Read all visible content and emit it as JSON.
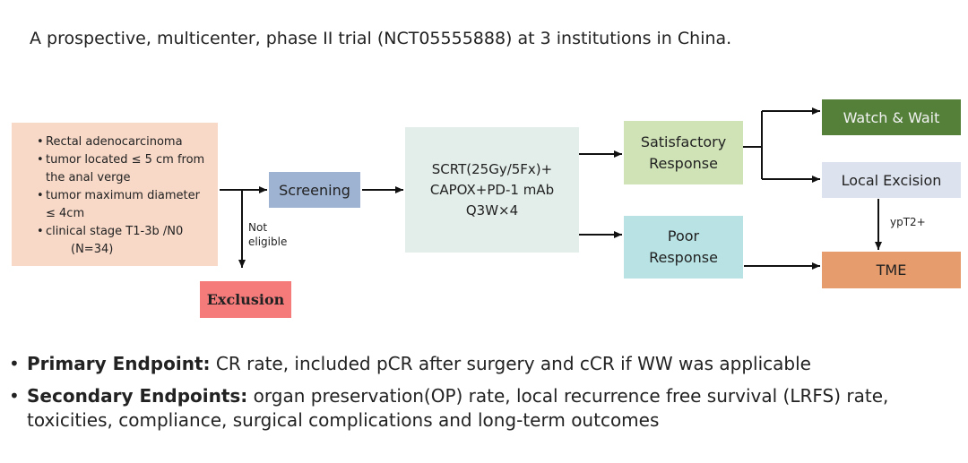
{
  "title": "A prospective, multicenter, phase II trial (NCT05555888) at 3 institutions in China.",
  "criteria": {
    "items": [
      "Rectal adenocarcinoma",
      "tumor located ≤ 5 cm from the anal verge",
      "tumor maximum diameter ≤ 4cm",
      "clinical stage T1-3b /N0"
    ],
    "count": "(N=34)"
  },
  "screening": "Screening",
  "not_eligible": "Not eligible",
  "exclusion": "Exclusion",
  "treatment": {
    "line1": "SCRT(25Gy/5Fx)+",
    "line2": "CAPOX+PD-1 mAb",
    "line3": "Q3W×4"
  },
  "satisfactory": {
    "line1": "Satisfactory",
    "line2": "Response"
  },
  "poor": {
    "line1": "Poor",
    "line2": "Response"
  },
  "watch_wait": "Watch & Wait",
  "local_excision": "Local Excision",
  "ypt2": "ypT2+",
  "tme": "TME",
  "endpoints": [
    {
      "label": "Primary Endpoint:",
      "text": " CR rate, included pCR after surgery and cCR if WW was applicable"
    },
    {
      "label": "Secondary Endpoints:",
      "text": " organ preservation(OP) rate, local recurrence free survival (LRFS) rate, toxicities, compliance, surgical complications and long-term outcomes"
    }
  ],
  "colors": {
    "criteria_bg": "#f8d9c8",
    "screening_bg": "#9eb3d2",
    "treatment_bg": "#e3eeeb",
    "satisfactory_bg": "#cfe3b6",
    "poor_bg": "#b8e2e4",
    "watch_bg": "#54803a",
    "local_excision_bg": "#dde3ee",
    "tme_bg": "#e69c6d",
    "exclusion_bg": "#f57b7b"
  }
}
